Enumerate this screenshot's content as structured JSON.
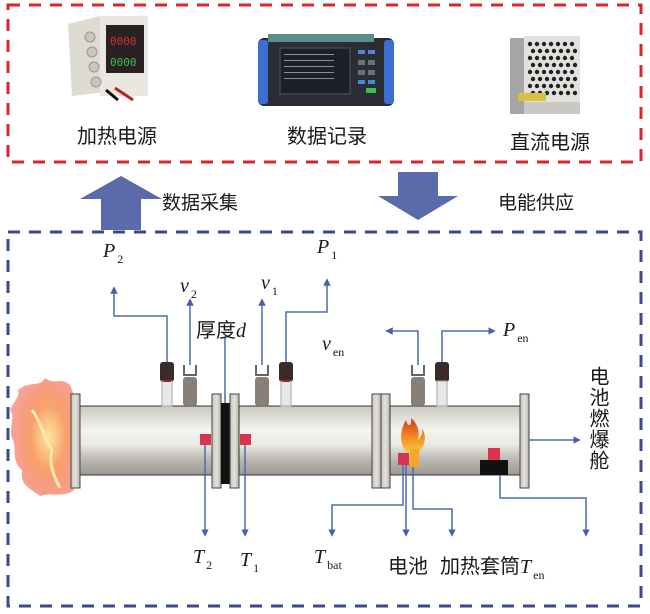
{
  "devices": [
    {
      "name": "heating-power-supply",
      "label": "加热电源"
    },
    {
      "name": "data-logger",
      "label": "数据记录"
    },
    {
      "name": "dc-power-supply",
      "label": "直流电源"
    }
  ],
  "flows": {
    "up_label": "数据采集",
    "down_label": "电能供应"
  },
  "sensors": {
    "P2": {
      "main": "P",
      "sub": "2"
    },
    "v2": {
      "main": "v",
      "sub": "2"
    },
    "v1": {
      "main": "v",
      "sub": "1"
    },
    "P1": {
      "main": "P",
      "sub": "1"
    },
    "ven": {
      "main": "v",
      "sub": "en"
    },
    "Pen": {
      "main": "P",
      "sub": "en"
    },
    "T2": {
      "main": "T",
      "sub": "2"
    },
    "T1": {
      "main": "T",
      "sub": "1"
    },
    "Tbat": {
      "main": "T",
      "sub": "bat"
    },
    "Ten": {
      "main": "T",
      "sub": "en"
    }
  },
  "thickness": {
    "label": "厚度",
    "var": "d"
  },
  "battery_label": "电池",
  "heating_sleeve_label": "加热套筒",
  "chamber_label": "电池燃爆舱",
  "colors": {
    "top_border": "#d9262c",
    "bottom_border": "#3c4a8c",
    "arrow": "#4a5fa8",
    "line": "#4a6cb0",
    "sensor_red": "#d8344f",
    "sleeve_orange": "#f5a623"
  }
}
